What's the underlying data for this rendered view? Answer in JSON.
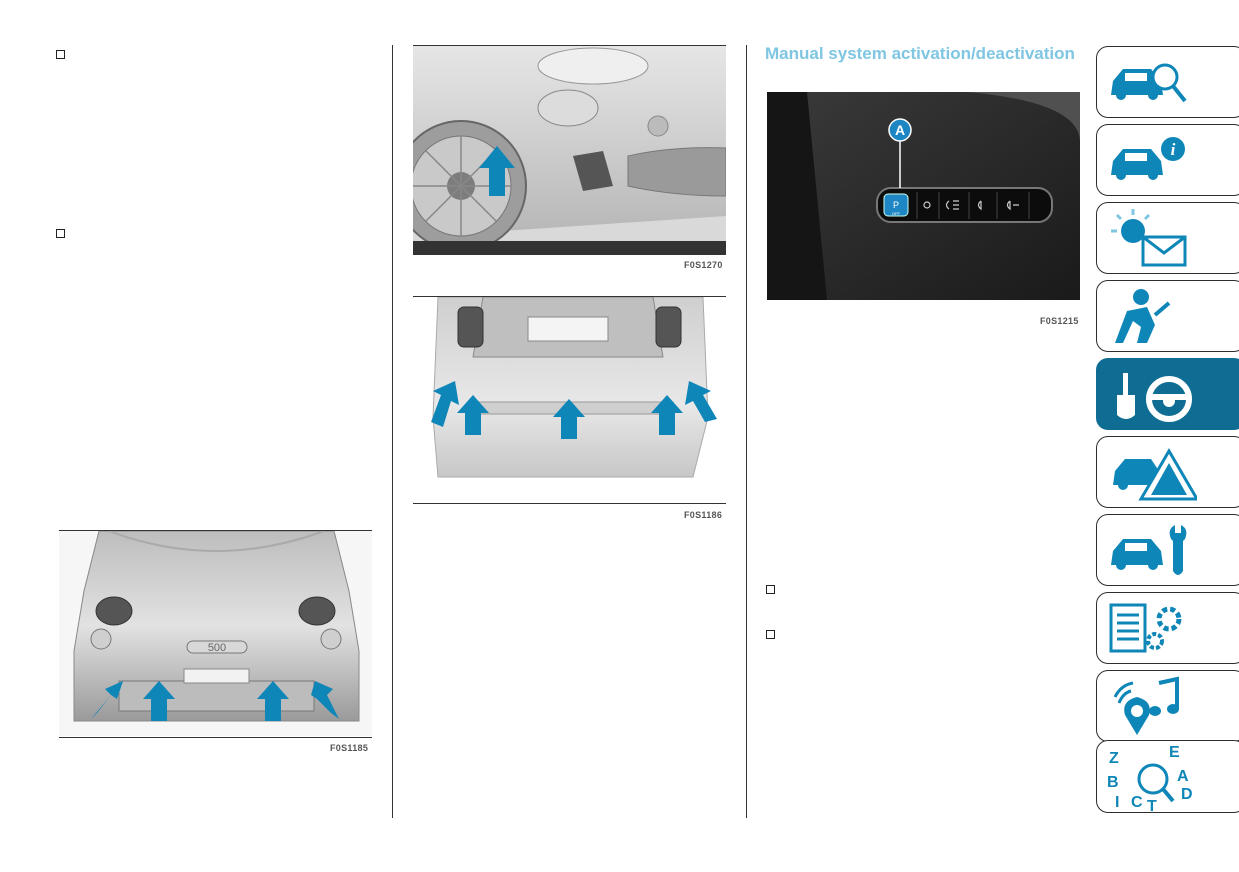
{
  "figures": {
    "front_bumper_label": "F0S1185",
    "front_side_label": "F0S1270",
    "rear_bumper_label": "F0S1186",
    "switch_panel_label": "F0S1215",
    "front_grille_badge": "500",
    "switch_callout": "A",
    "switch_button_text": "P",
    "switch_button_sub": "OFF"
  },
  "section": {
    "title": "Manual system activation/deactivation"
  },
  "colors": {
    "accent": "#0f86b8",
    "title": "#7fc6e3",
    "active_tab": "#0f6d94"
  },
  "sidebar": {
    "tabs": [
      {
        "icon": "car-search-icon",
        "active": false
      },
      {
        "icon": "car-info-icon",
        "active": false
      },
      {
        "icon": "light-message-icon",
        "active": false
      },
      {
        "icon": "airbag-seat-icon",
        "active": false
      },
      {
        "icon": "key-steering-wheel-icon",
        "active": true
      },
      {
        "icon": "car-warning-triangle-icon",
        "active": false
      },
      {
        "icon": "car-wrench-icon",
        "active": false
      },
      {
        "icon": "list-gears-icon",
        "active": false
      },
      {
        "icon": "music-note-location-icon",
        "active": false
      },
      {
        "icon": "alphabet-index-icon",
        "active": false
      },
      {
        "index_letters": [
          "Z",
          "E",
          "B",
          "A",
          "I",
          "C",
          "T",
          "D"
        ]
      }
    ]
  }
}
